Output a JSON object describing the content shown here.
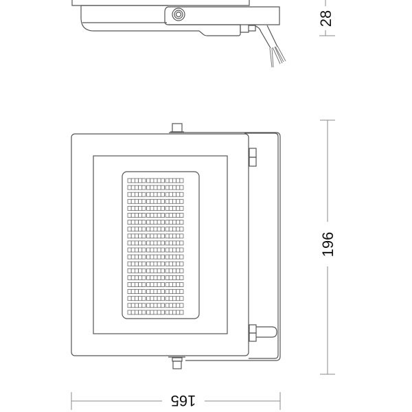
{
  "drawing": {
    "title": "LED floodlight technical drawing",
    "views": [
      "side-view",
      "front-view"
    ],
    "line_color": "#555555",
    "dimension_color": "#888888",
    "text_color": "#111111"
  },
  "dimensions": {
    "height_side": {
      "value": "28",
      "orientation": "vertical"
    },
    "height_front": {
      "value": "196",
      "orientation": "vertical"
    },
    "width_front": {
      "value": "165",
      "orientation": "horizontal",
      "rotated": "180deg"
    }
  },
  "led_array": {
    "groups": 3,
    "columns_per_group": 5,
    "rows": 20
  }
}
